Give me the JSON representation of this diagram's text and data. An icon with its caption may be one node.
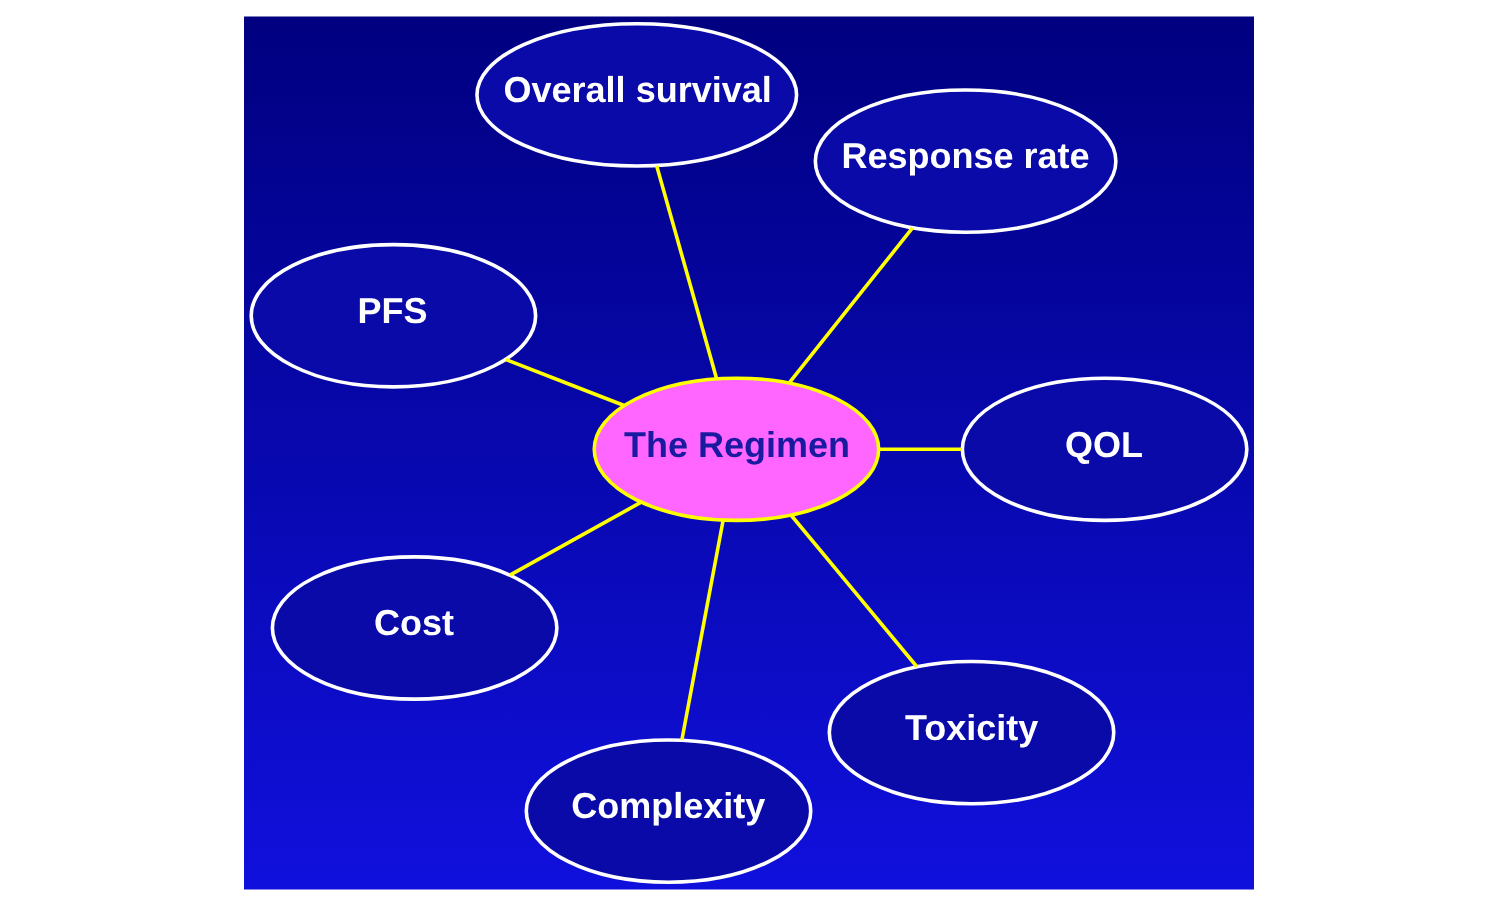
{
  "diagram": {
    "nodes": [
      {
        "text": [
          "The Regimen"
        ]
      },
      {
        "text": [
          "QOL"
        ]
      },
      {
        "text": [
          "Response rate"
        ]
      },
      {
        "text": [
          "Overall survival"
        ]
      },
      {
        "text": [
          "PFS"
        ]
      },
      {
        "text": [
          "Cost"
        ]
      },
      {
        "text": [
          "Complexity"
        ]
      },
      {
        "text": [
          "Toxicity"
        ]
      }
    ],
    "edges": [
      {
        "from": 0,
        "to": 1,
        "arrow": "none"
      },
      {
        "from": 0,
        "to": 2,
        "arrow": "none"
      },
      {
        "from": 0,
        "to": 3,
        "arrow": "none"
      },
      {
        "from": 0,
        "to": 4,
        "arrow": "none"
      },
      {
        "from": 0,
        "to": 5,
        "arrow": "none"
      },
      {
        "from": 0,
        "to": 6,
        "arrow": "none"
      },
      {
        "from": 0,
        "to": 7,
        "arrow": "none"
      }
    ]
  }
}
